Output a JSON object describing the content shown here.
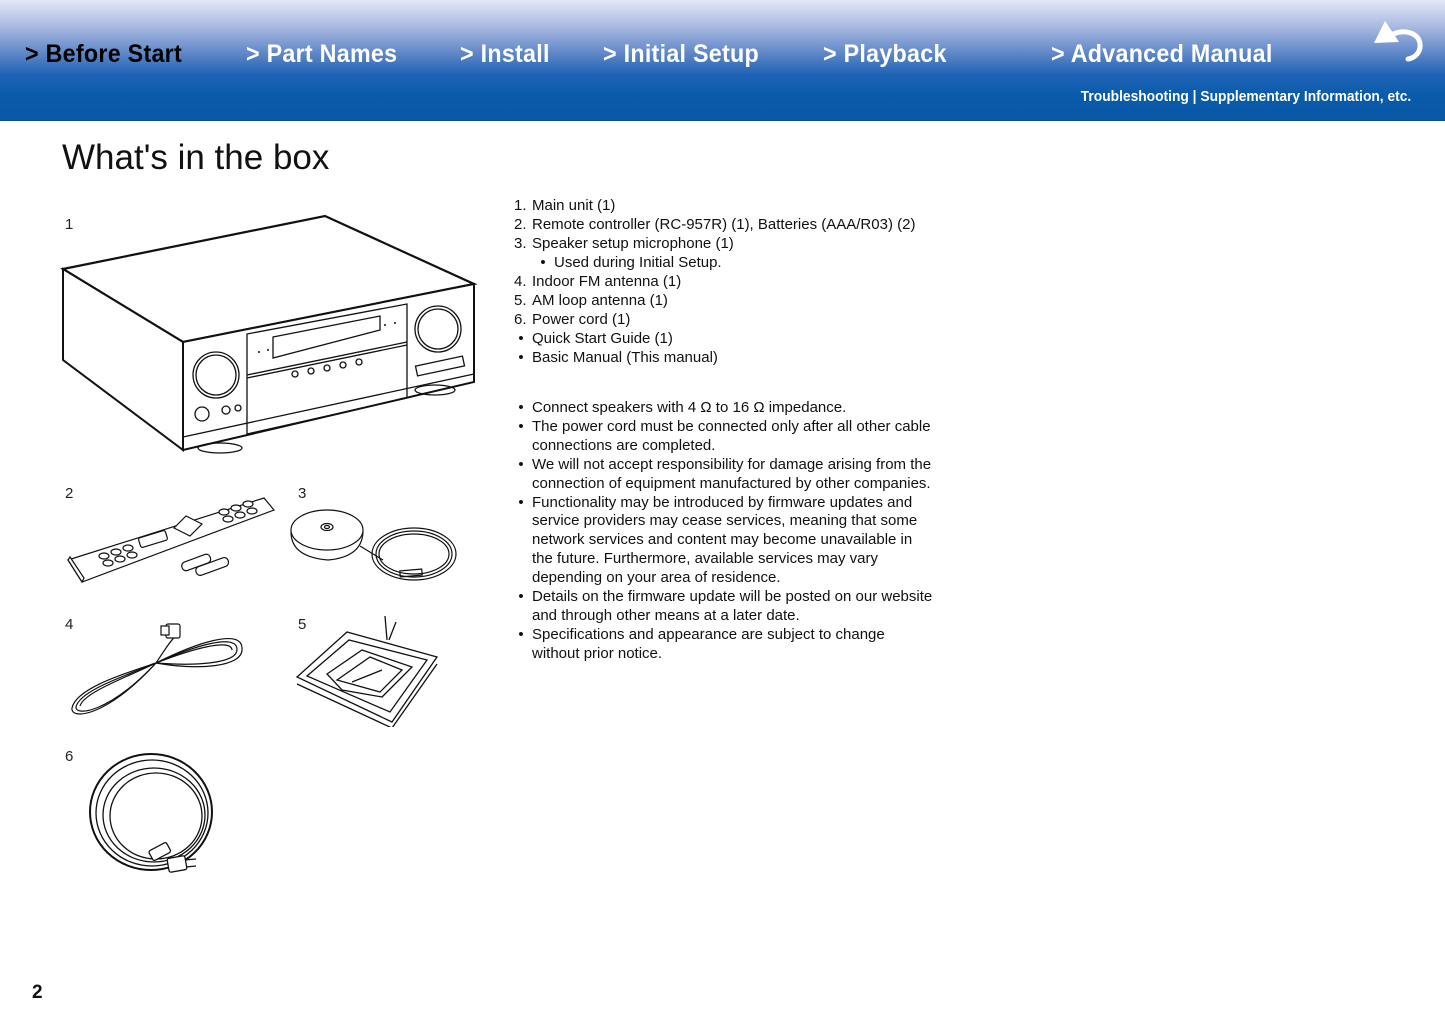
{
  "header": {
    "nav": [
      {
        "label": "> Before Start",
        "active": true
      },
      {
        "label": "> Part Names",
        "active": false
      },
      {
        "label": "> Install",
        "active": false
      },
      {
        "label": "> Initial Setup",
        "active": false
      },
      {
        "label": "> Playback",
        "active": false
      },
      {
        "label": "> Advanced Manual",
        "active": false
      }
    ],
    "subnav": {
      "troubleshooting": "Troubleshooting",
      "separator": " | ",
      "supplementary": "Supplementary Information, etc."
    },
    "back_icon": "return-arrow-icon",
    "colors": {
      "gradient_top": "#e4e8f6",
      "gradient_bottom": "#0a58a6",
      "active_link": "#000000",
      "link": "#ffffff"
    }
  },
  "page": {
    "title": "What's in the box",
    "number": "2"
  },
  "figures": [
    {
      "label": "1",
      "depicts": "main-unit-av-receiver"
    },
    {
      "label": "2",
      "depicts": "remote-controller-and-batteries"
    },
    {
      "label": "3",
      "depicts": "speaker-setup-microphone"
    },
    {
      "label": "4",
      "depicts": "indoor-fm-antenna"
    },
    {
      "label": "5",
      "depicts": "am-loop-antenna"
    },
    {
      "label": "6",
      "depicts": "power-cord"
    }
  ],
  "contents": {
    "items": [
      {
        "num": "1.",
        "text": "Main unit (1)"
      },
      {
        "num": "2.",
        "text": "Remote controller (RC-957R) (1), Batteries (AAA/R03) (2)"
      },
      {
        "num": "3.",
        "text": "Speaker setup microphone (1)",
        "sub": "Used during Initial Setup."
      },
      {
        "num": "4.",
        "text": "Indoor FM antenna (1)"
      },
      {
        "num": "5.",
        "text": "AM loop antenna (1)"
      },
      {
        "num": "6.",
        "text": "Power cord (1)"
      }
    ],
    "bullets": [
      "Quick Start Guide (1)",
      "Basic Manual (This manual)"
    ],
    "bullet_char": "•"
  },
  "notes": [
    "Connect speakers with 4 Ω to 16 Ω impedance.",
    "The power cord must be connected only after all other cable connections are completed.",
    "We will not accept responsibility for damage arising from the connection of equipment manufactured by other companies.",
    "Functionality may be introduced by firmware updates and service providers may cease services, meaning that some network services and content may become unavailable in the future. Furthermore, available services may vary depending on your area of residence.",
    "Details on the firmware update will be posted on our website and through other means at a later date.",
    "Specifications and appearance are subject to change without prior notice."
  ]
}
